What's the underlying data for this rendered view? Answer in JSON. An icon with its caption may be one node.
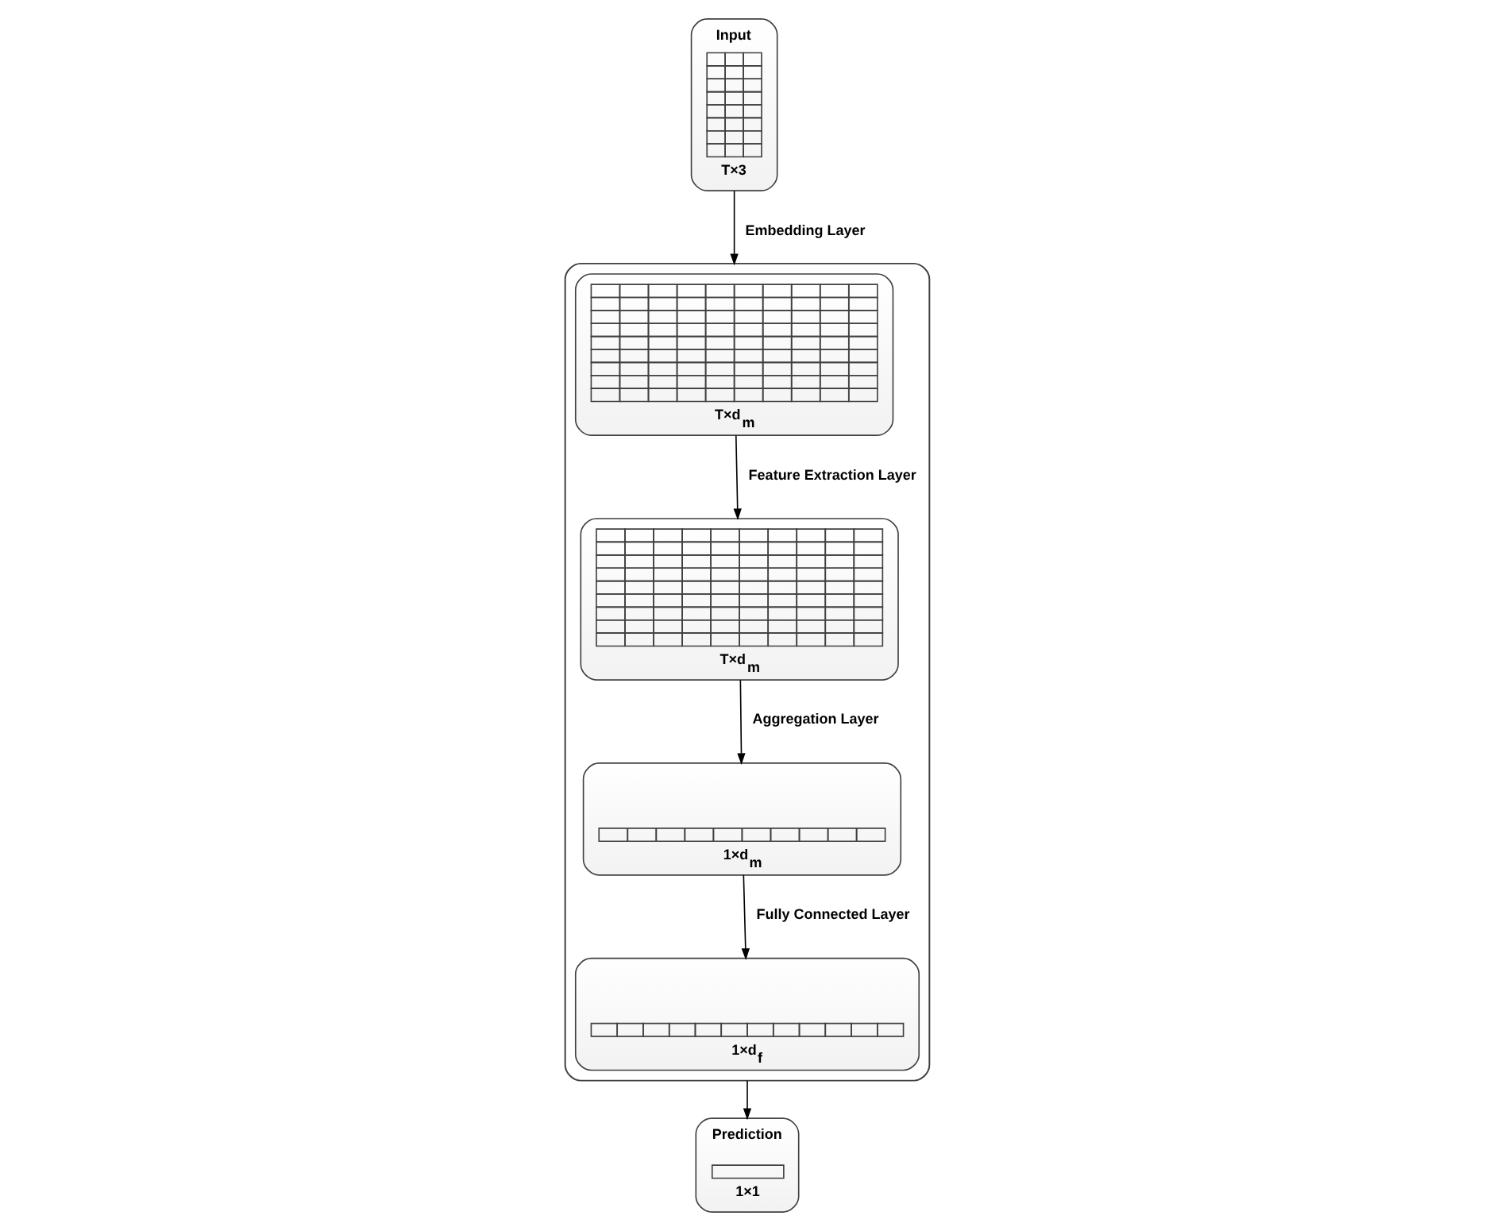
{
  "diagram": {
    "nodes": [
      {
        "text": [
          "Input",
          "T×3"
        ]
      },
      {
        "text": [],
        "shape": "box"
      },
      {
        "text": [
          "T×d$_{m}$"
        ],
        "in": 1
      },
      {
        "text": [
          "T×d$_{m}$"
        ],
        "in": 1
      },
      {
        "text": [
          "1×d$_{m}$"
        ],
        "in": 1
      },
      {
        "text": [
          "1×d$_{f}$"
        ],
        "in": 1
      },
      {
        "text": [
          "Prediction",
          "1×1"
        ]
      }
    ],
    "edges": [
      {
        "from": 0,
        "to": 1,
        "arrow": "to",
        "label": "Embedding Layer"
      },
      {
        "from": 2,
        "to": 3,
        "arrow": "to",
        "label": "Feature Extraction Layer"
      },
      {
        "from": 3,
        "to": 4,
        "arrow": "to",
        "label": "Aggregation Layer"
      },
      {
        "from": 4,
        "to": 5,
        "arrow": "to",
        "label": "Fully Connected Layer"
      },
      {
        "from": 1,
        "to": 6,
        "arrow": "to"
      }
    ]
  }
}
